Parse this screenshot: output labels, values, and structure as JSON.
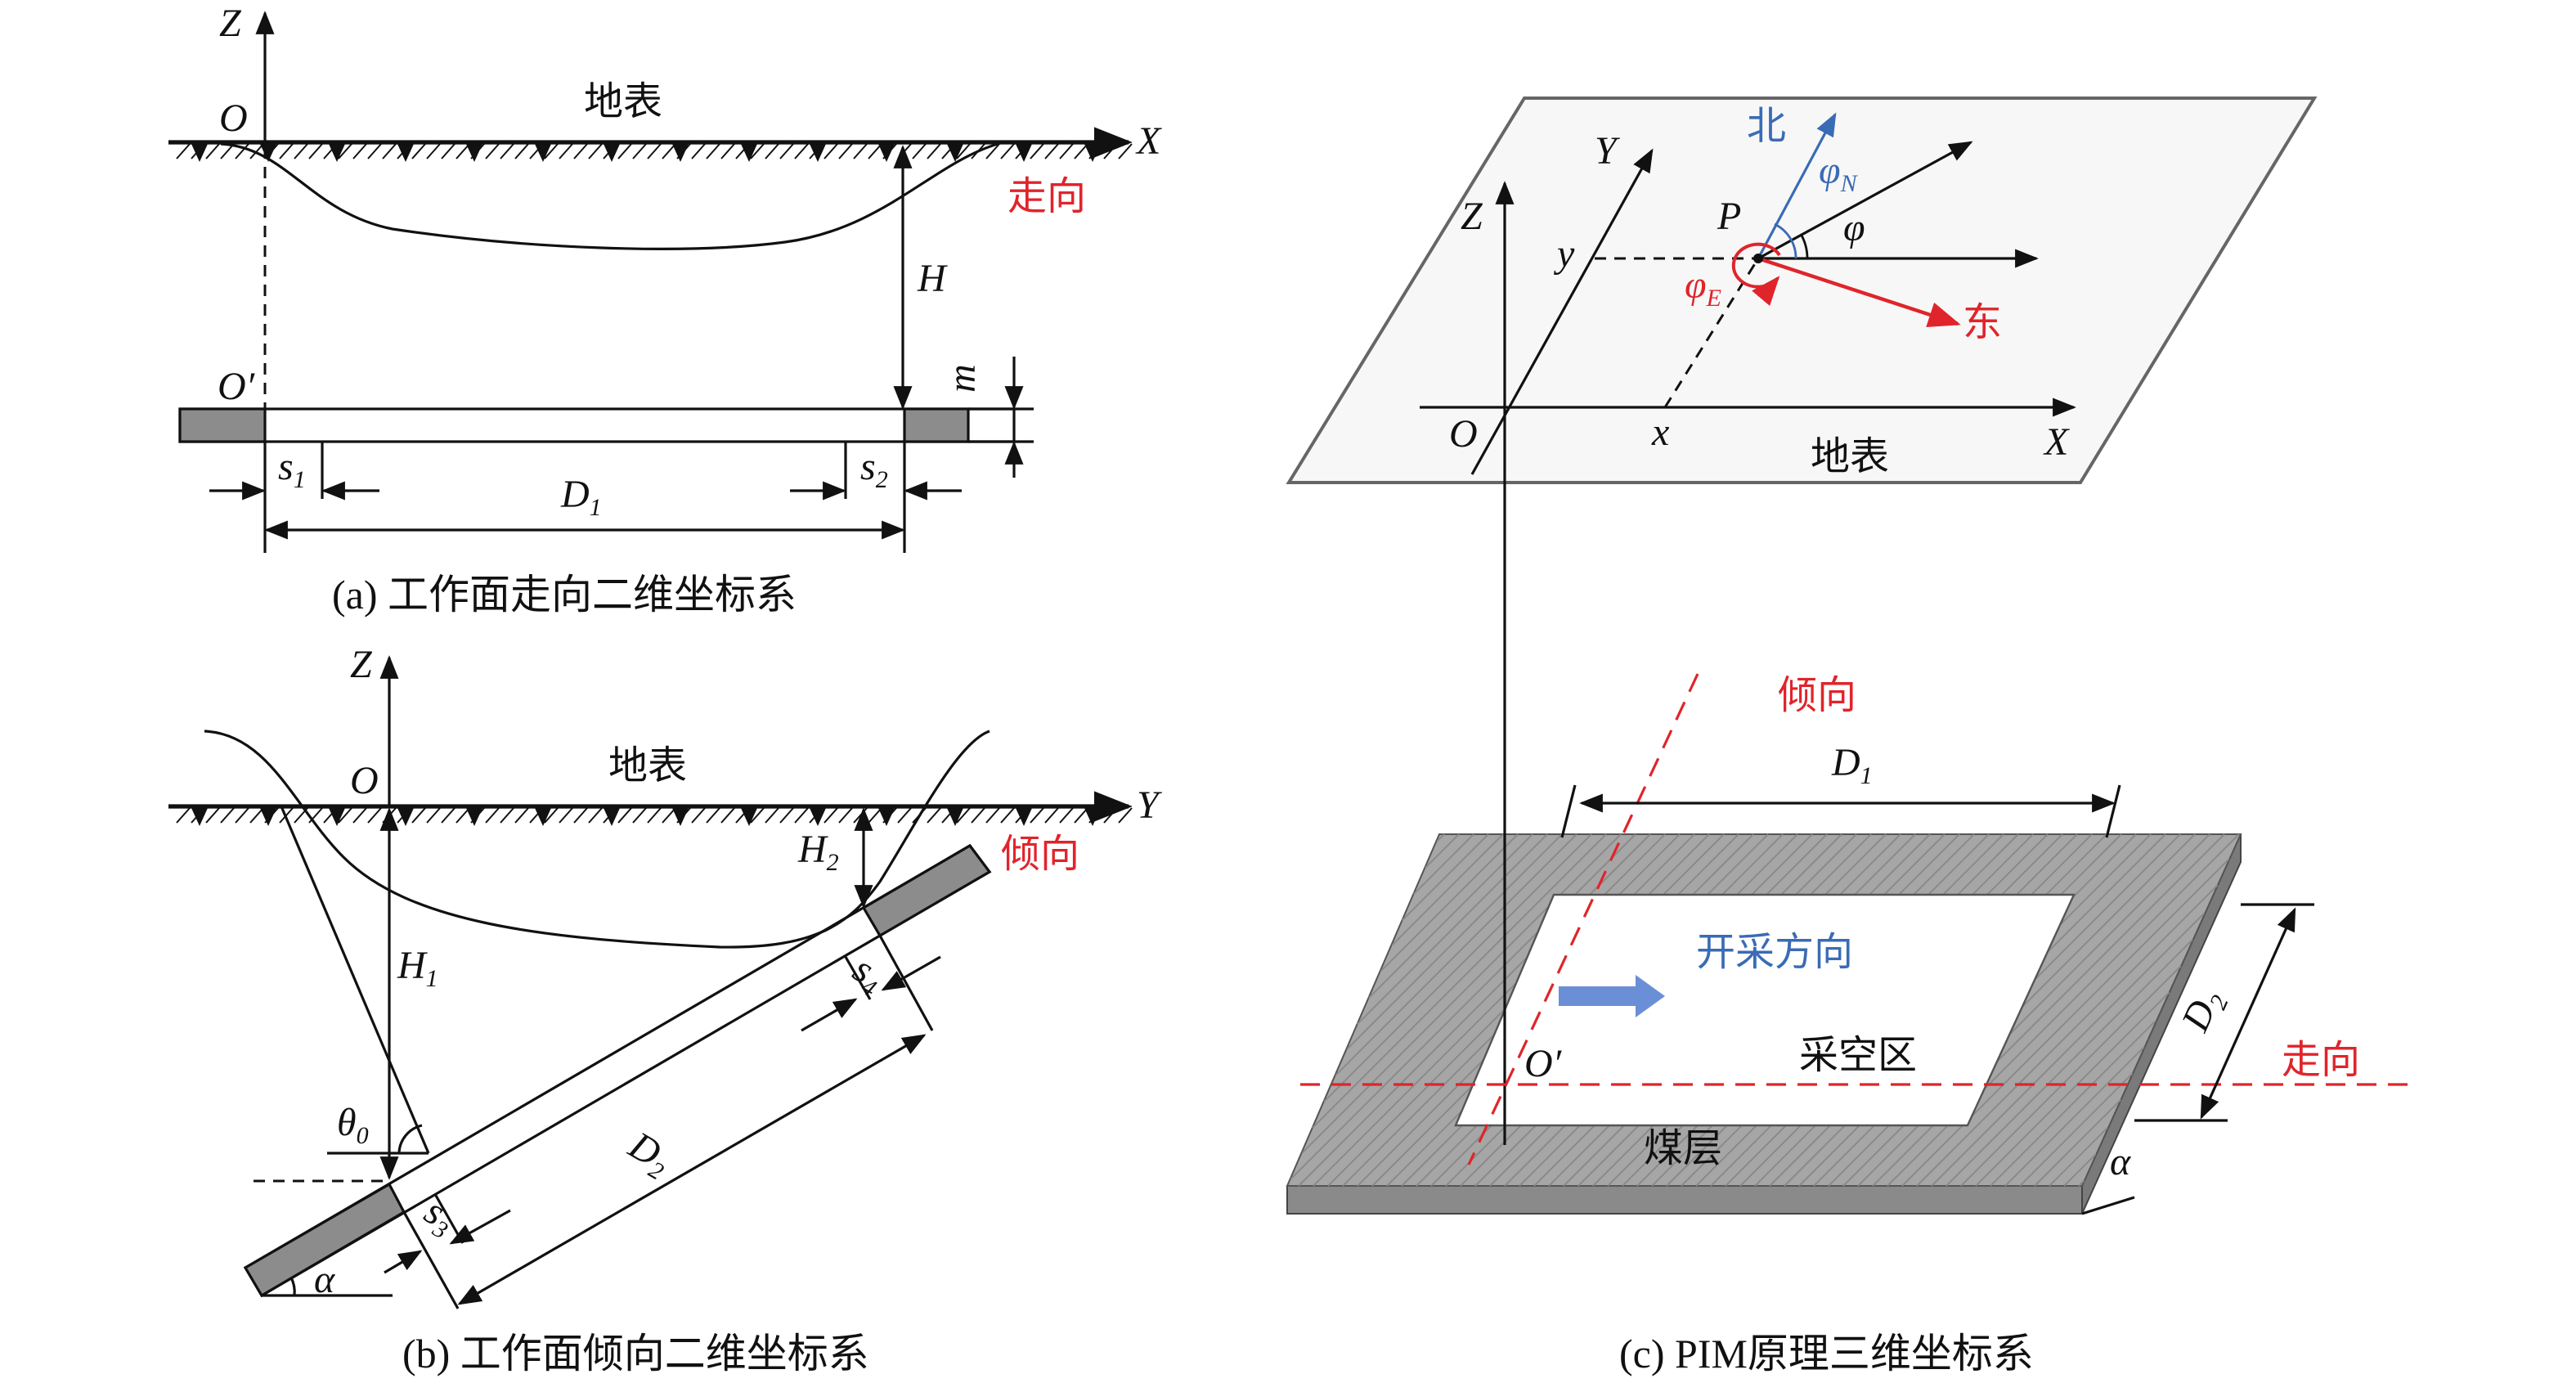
{
  "panel_a": {
    "caption": "(a) 工作面走向二维坐标系",
    "axis_z": "Z",
    "axis_x": "X",
    "origin": "O",
    "origin_prime": "O′",
    "surface": "地表",
    "strike": "走向",
    "H": "H",
    "m": "m",
    "s1": "s",
    "s1_sub": "1",
    "s2": "s",
    "s2_sub": "2",
    "D1": "D",
    "D1_sub": "1"
  },
  "panel_b": {
    "caption": "(b) 工作面倾向二维坐标系",
    "axis_z": "Z",
    "axis_y": "Y",
    "origin": "O",
    "surface": "地表",
    "dip": "倾向",
    "H1": "H",
    "H1_sub": "1",
    "H2": "H",
    "H2_sub": "2",
    "theta0": "θ",
    "theta0_sub": "0",
    "alpha": "α",
    "D2": "D",
    "D2_sub": "2",
    "s3": "s",
    "s3_sub": "3",
    "s4": "s",
    "s4_sub": "4"
  },
  "panel_c": {
    "caption": "(c) PIM原理三维坐标系",
    "axis_z": "Z",
    "axis_y": "Y",
    "axis_x": "X",
    "origin": "O",
    "origin_prime": "O′",
    "x": "x",
    "y": "y",
    "P": "P",
    "north": "北",
    "east": "东",
    "phi": "φ",
    "phiN": "φ",
    "phiN_sub": "N",
    "phiE": "φ",
    "phiE_sub": "E",
    "surface": "地表",
    "dip": "倾向",
    "strike": "走向",
    "D1": "D",
    "D1_sub": "1",
    "D2": "D",
    "D2_sub": "2",
    "mining_direction": "开采方向",
    "goaf": "采空区",
    "coal_seam": "煤层",
    "alpha": "α"
  },
  "colors": {
    "red": "#e0242b",
    "blue": "#3a6bb5",
    "seam": "#8c8c8c",
    "plane": "#f7f7f7"
  }
}
